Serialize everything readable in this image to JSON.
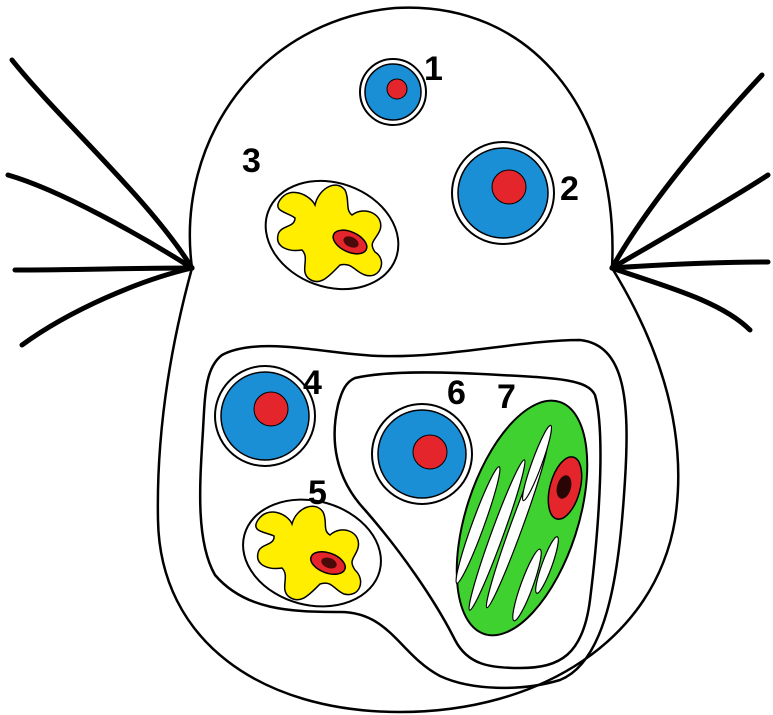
{
  "labels": {
    "l1": "1",
    "l2": "2",
    "l3": "3",
    "l4": "4",
    "l5": "5",
    "l6": "6",
    "l7": "7"
  },
  "colors": {
    "nucleus_blue": "#1a8fd6",
    "nucleolus_red": "#e4262c",
    "yeast_yellow": "#ffee00",
    "chloroplast_green": "#3fd12f",
    "dark_core": "#4a0a0a",
    "outline": "#000000",
    "background": "#ffffff"
  }
}
